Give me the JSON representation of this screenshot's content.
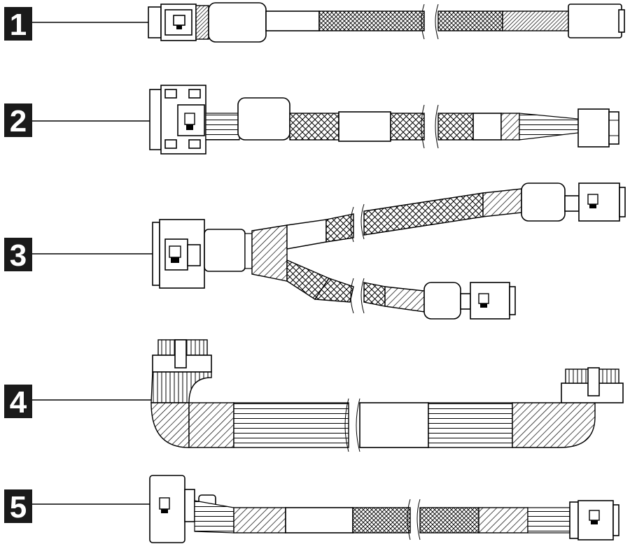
{
  "callouts": [
    {
      "label": "1"
    },
    {
      "label": "2"
    },
    {
      "label": "3"
    },
    {
      "label": "4"
    },
    {
      "label": "5"
    }
  ],
  "colors": {
    "callout_fill": "#1a1a1a",
    "line": "#000000",
    "background": "#ffffff"
  }
}
